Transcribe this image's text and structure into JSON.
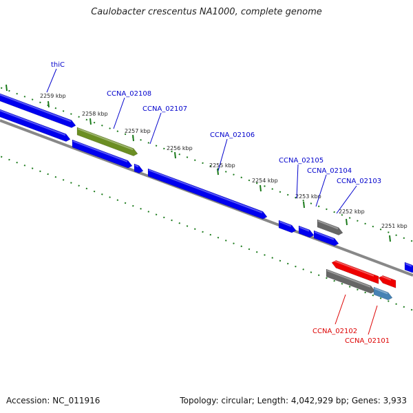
{
  "title": "Caulobacter crescentus NA1000, complete genome",
  "footer": {
    "accession": "Accession: NC_011916",
    "stats": "Topology: circular; Length: 4,042,929 bp; Genes: 3,933"
  },
  "colors": {
    "forward_gene": "#0000ee",
    "forward_label": "#0000cc",
    "reverse_gene": "#ee0000",
    "reverse_label": "#dd0000",
    "highlighted_gene": "#6b8e23",
    "other_gene": "#666666",
    "rna_gene": "#4682b4",
    "backbone": "#888888",
    "tick": "#1a7a1a"
  },
  "kbp_ticks": [
    "2259 kbp",
    "2258 kbp",
    "2257 kbp",
    "2256 kbp",
    "2255 kbp",
    "2254 kbp",
    "2253 kbp",
    "2252 kbp",
    "2251 kbp"
  ],
  "gene_labels": {
    "forward": [
      "thiC",
      "CCNA_02108",
      "CCNA_02107",
      "CCNA_02106",
      "CCNA_02105",
      "CCNA_02104",
      "CCNA_02103"
    ],
    "reverse": [
      "CCNA_02102",
      "CCNA_02101"
    ]
  }
}
